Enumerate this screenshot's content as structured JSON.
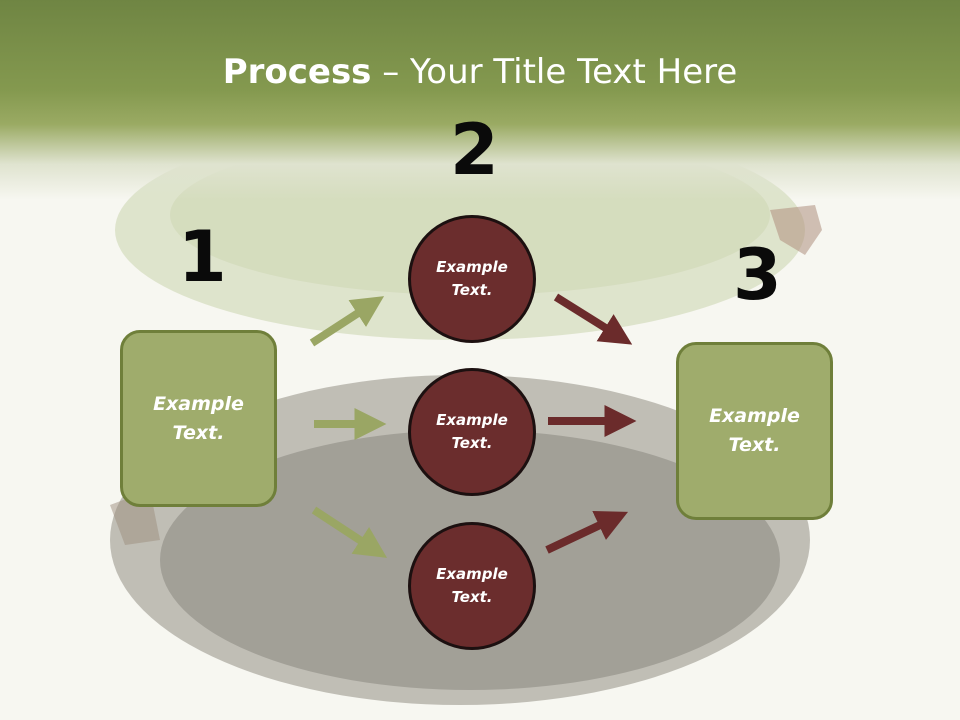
{
  "title": {
    "bold": "Process",
    "rest": " – Your Title Text Here"
  },
  "steps": {
    "one": "1",
    "two": "2",
    "three": "3"
  },
  "left_box": {
    "line1": "Example",
    "line2": "Text."
  },
  "circles": [
    {
      "line1": "Example",
      "line2": "Text."
    },
    {
      "line1": "Example",
      "line2": "Text."
    },
    {
      "line1": "Example",
      "line2": "Text."
    }
  ],
  "right_box": {
    "line1": "Example",
    "line2": "Text."
  },
  "colors": {
    "header": "#7a8f47",
    "green_box": "#9fac6c",
    "circle": "#6b2d2d",
    "green_arrow": "#9aa664",
    "brown_arrow": "#6b2b2b"
  }
}
